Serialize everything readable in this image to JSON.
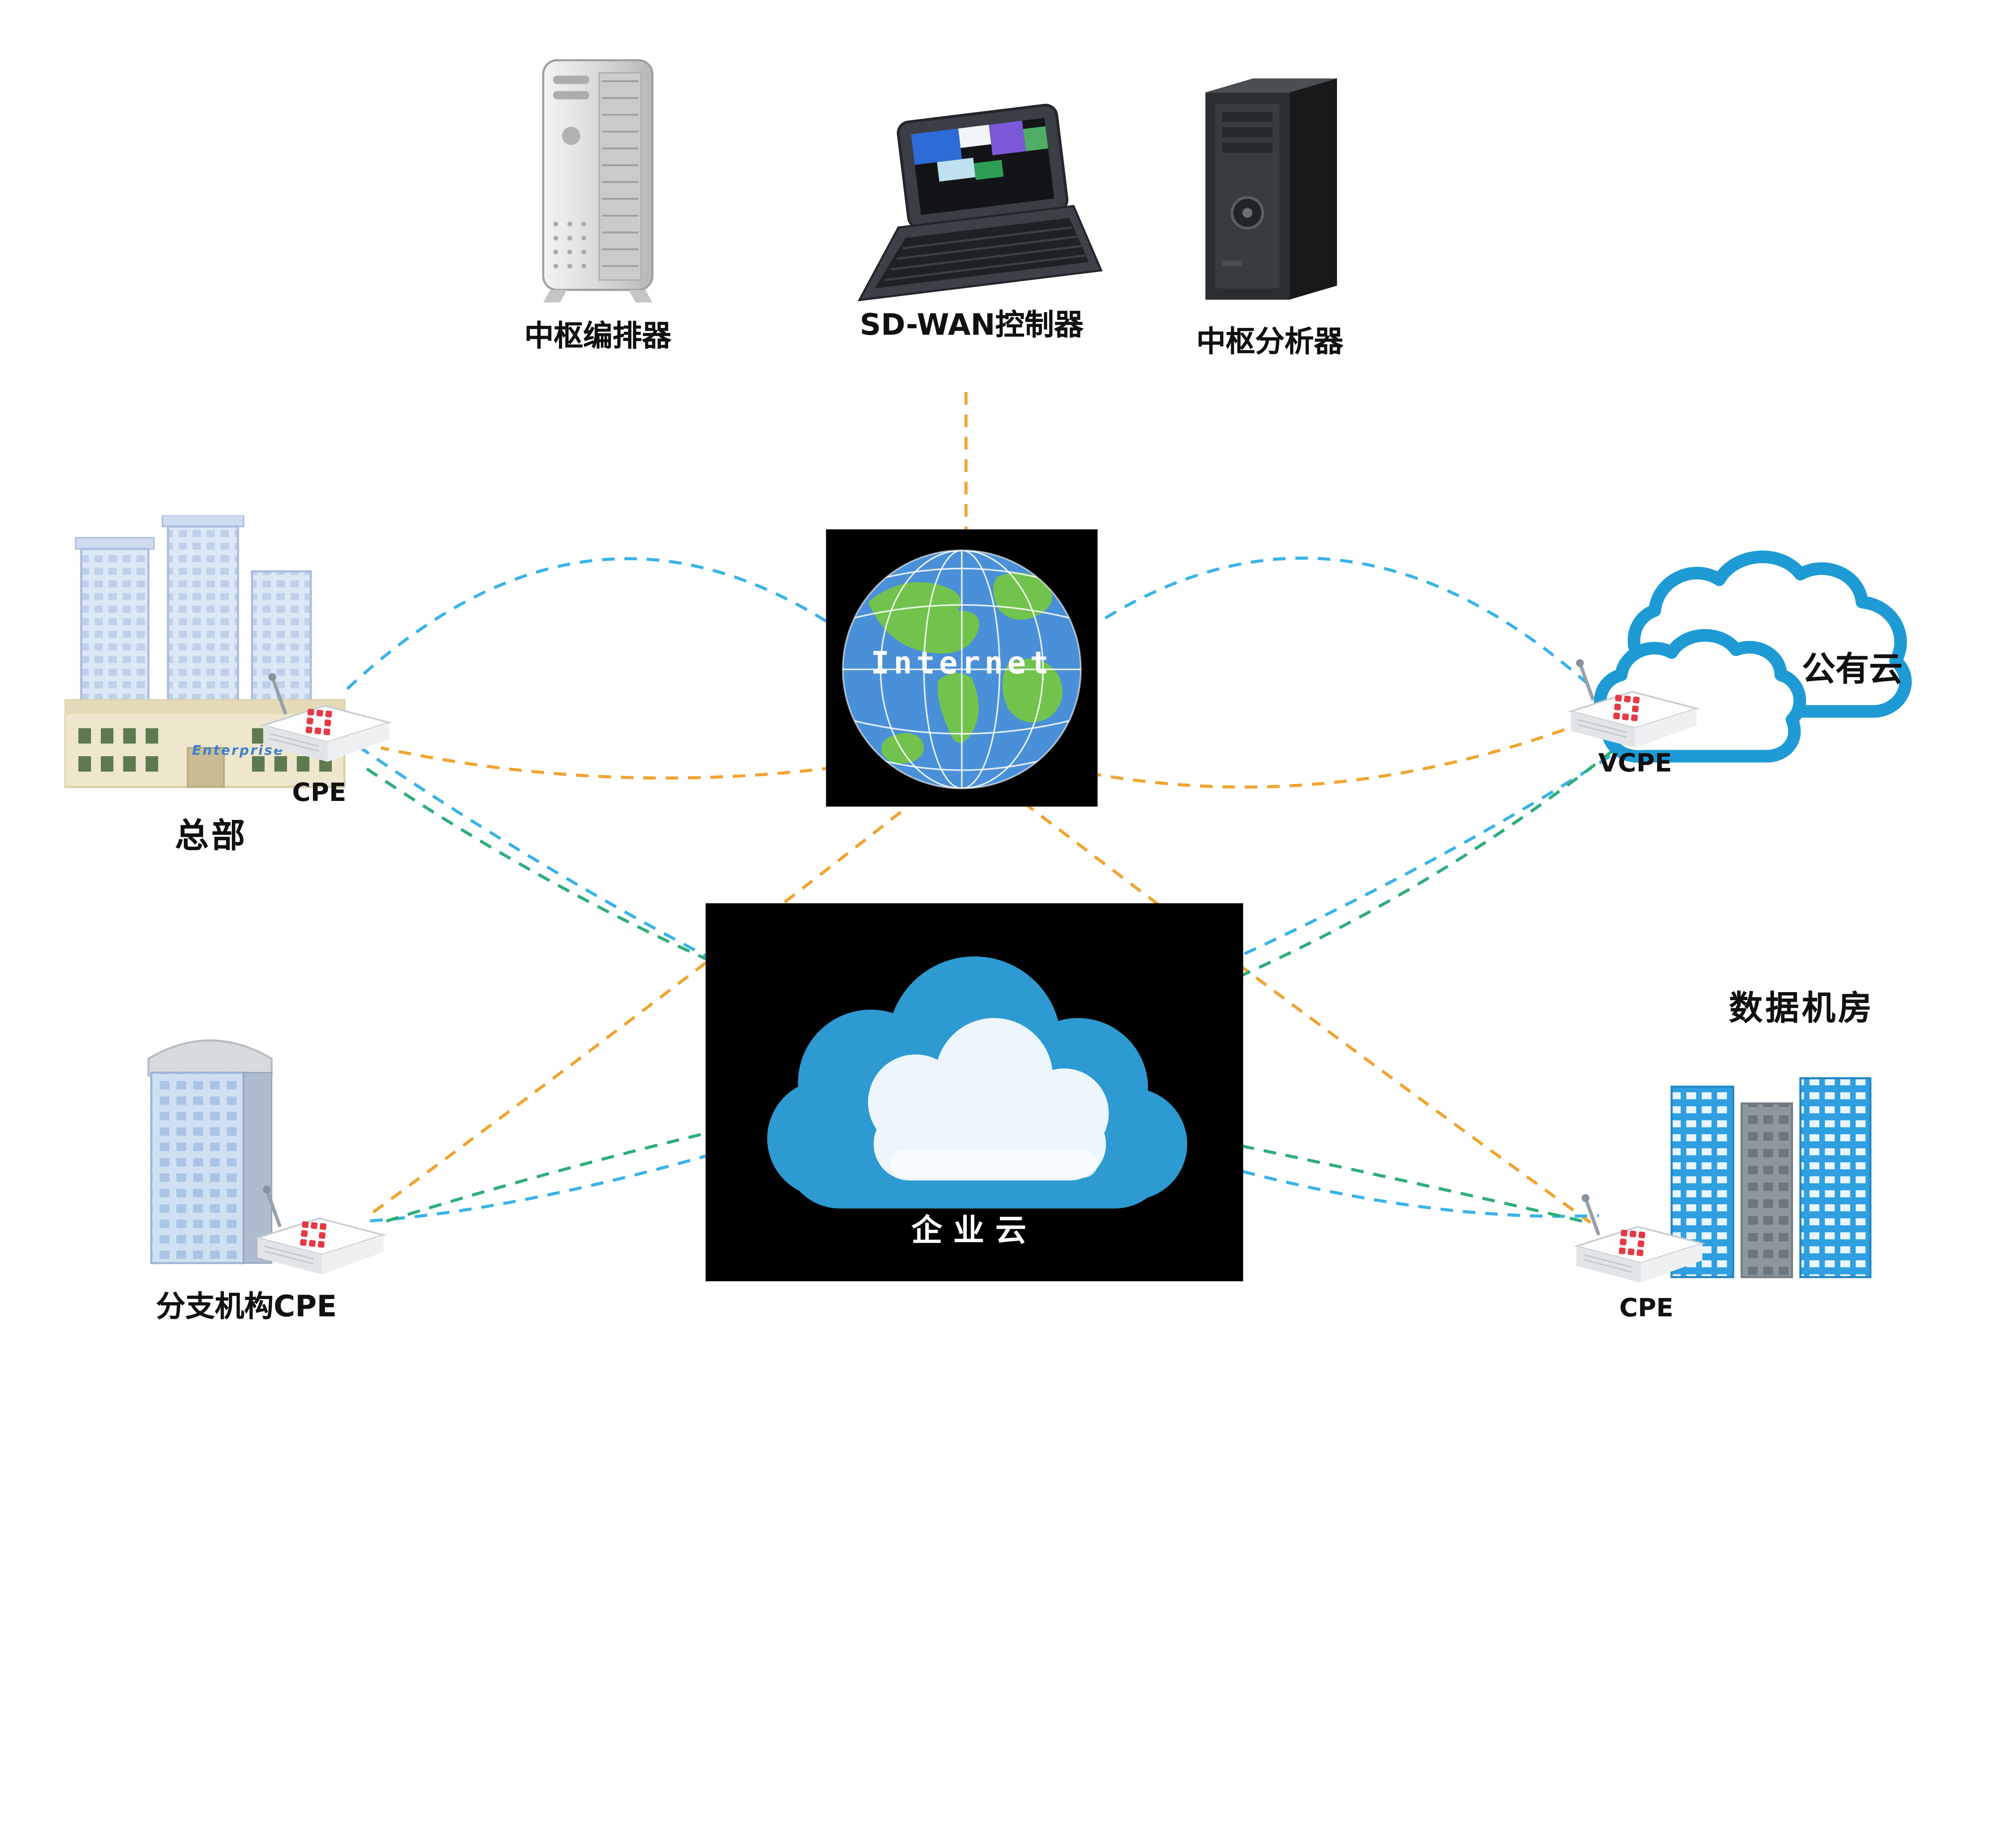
{
  "diagram": {
    "nodes": {
      "orchestrator": {
        "label": "中枢编排器"
      },
      "controller": {
        "label": "SD-WAN控制器"
      },
      "analyzer": {
        "label": "中枢分析器"
      },
      "internet": {
        "label": "Internet"
      },
      "headquarters": {
        "label": "总部",
        "building_sign": "Enterprise",
        "cpe_label": "CPE"
      },
      "public_cloud": {
        "label": "公有云",
        "vcpe_label": "VCPE"
      },
      "enterprise_cloud": {
        "label": "企业云"
      },
      "branch": {
        "label": "分支机构CPE"
      },
      "datacenter": {
        "label": "数据机房",
        "cpe_label": "CPE"
      }
    },
    "link_colors": {
      "control": "#f0a432",
      "internet": "#3ab4e8",
      "vpn": "#2fae7a"
    }
  }
}
